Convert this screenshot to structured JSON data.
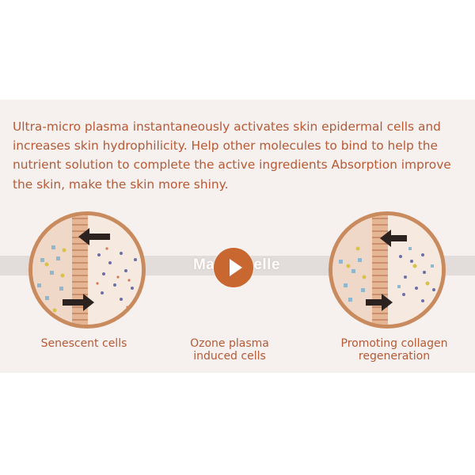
{
  "description": "Ultra-micro plasma instantaneously activates skin epidermal cells and increases skin hydrophilicity. Help other molecules to bind to help the nutrient solution to complete the active ingredients Absorption improve the skin, make the skin more shiny.",
  "watermark": "Magic Belle",
  "stages": [
    {
      "line1": "Senescent cells",
      "line2": ""
    },
    {
      "line1": "Ozone plasma",
      "line2": "induced cells"
    },
    {
      "line1": "Promoting collagen",
      "line2": "regeneration"
    }
  ],
  "colors": {
    "text": "#b65a36",
    "play_button": "#c8672f",
    "circle_border": "#c98a5e",
    "panel_bg": "#f6f0ee"
  },
  "icons": [
    "play-icon",
    "cell-diagram-left",
    "cell-diagram-right"
  ]
}
